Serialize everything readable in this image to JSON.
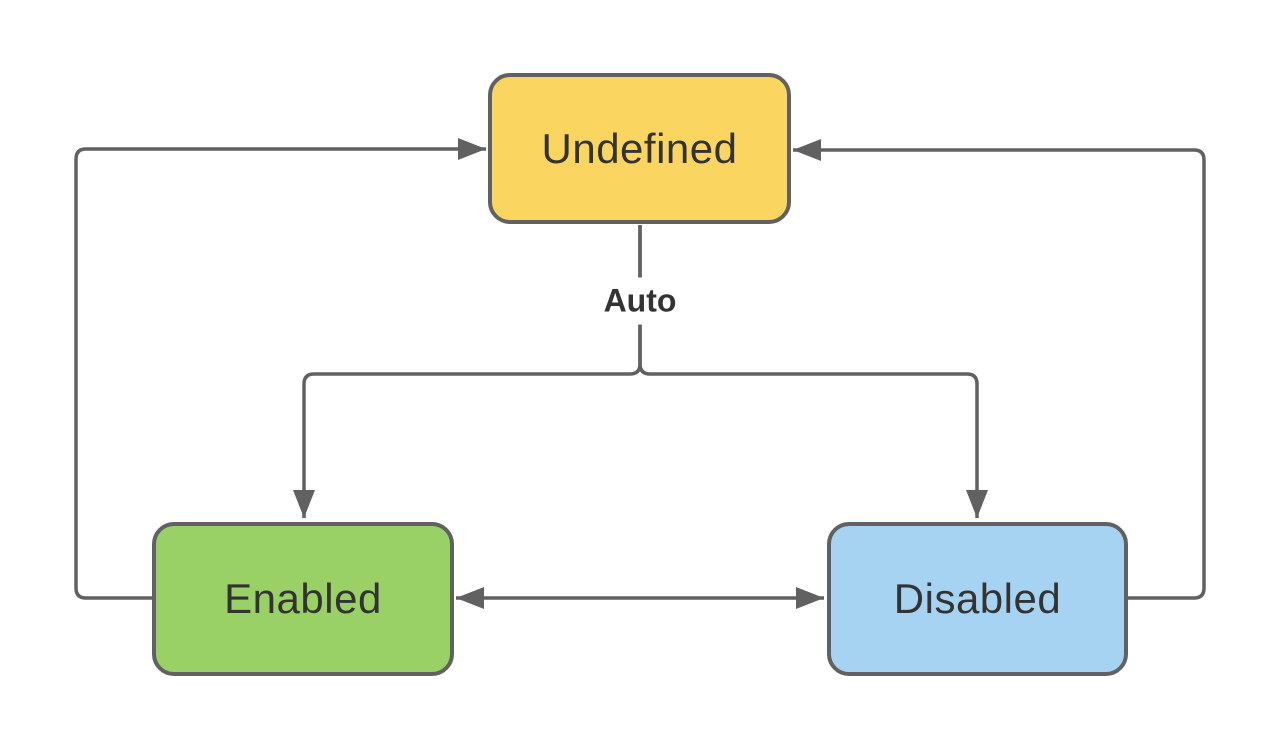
{
  "diagram": {
    "background_color": "#FFFFFF",
    "connector_color": "#616161",
    "nodes": [
      {
        "id": "undefined",
        "label": "Undefined",
        "fill": "#FAD55F",
        "border": "#616161",
        "text_color": "#333333"
      },
      {
        "id": "enabled",
        "label": "Enabled",
        "fill": "#9AD166",
        "border": "#616161",
        "text_color": "#333333"
      },
      {
        "id": "disabled",
        "label": "Disabled",
        "fill": "#A7D3F3",
        "border": "#616161",
        "text_color": "#333333"
      }
    ],
    "edge_label": {
      "text": "Auto",
      "color": "#333333"
    },
    "edges": [
      {
        "from": "undefined",
        "to": "enabled",
        "label": "Auto",
        "type": "arrow"
      },
      {
        "from": "undefined",
        "to": "disabled",
        "label": "Auto",
        "type": "arrow"
      },
      {
        "from": "enabled",
        "to": "disabled",
        "label": "",
        "type": "double-arrow"
      },
      {
        "from": "enabled",
        "to": "undefined",
        "label": "",
        "type": "arrow"
      },
      {
        "from": "disabled",
        "to": "undefined",
        "label": "",
        "type": "arrow"
      }
    ]
  }
}
